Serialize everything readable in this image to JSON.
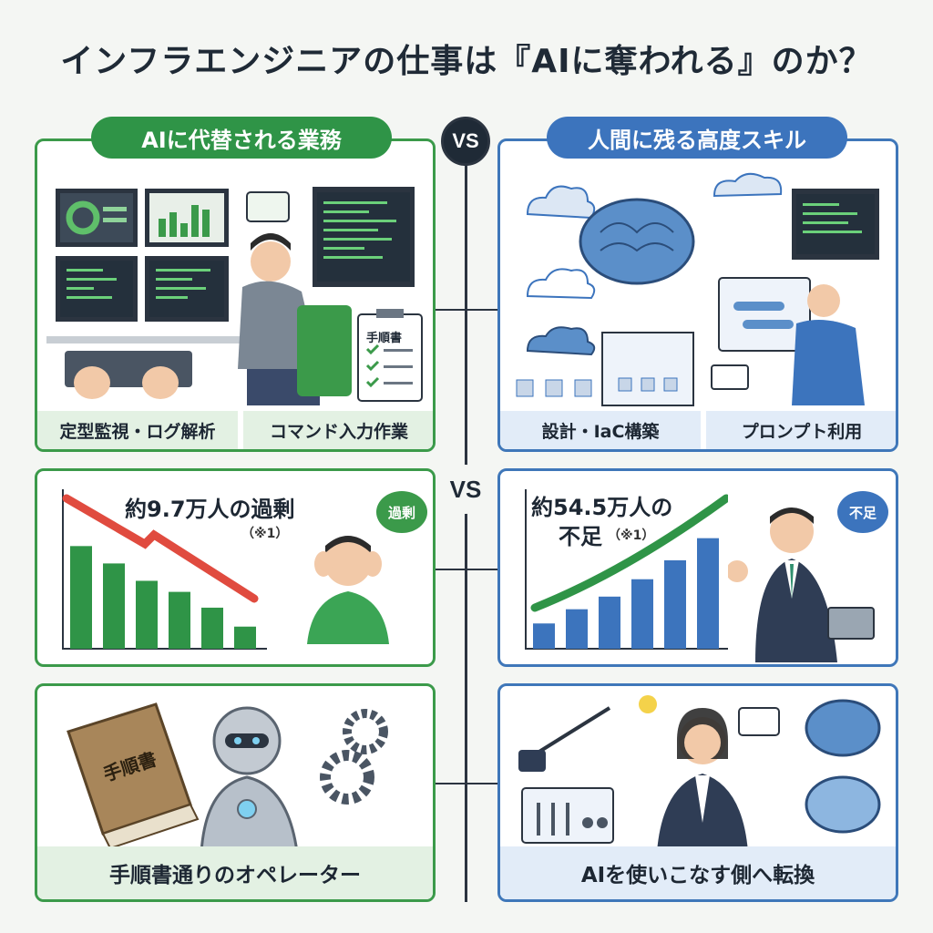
{
  "title": "インフラエンジニアの仕事は『AIに奪われる』のか？",
  "vs_label": "VS",
  "left": {
    "header": "AIに代替される業務",
    "tasks": [
      "定型監視・ログ解析",
      "コマンド入力作業"
    ],
    "manual_label": "手順書",
    "stat_text": "約9.7万人の過剰",
    "stat_note": "（※1）",
    "stat_badge": "過剰",
    "chart_data": {
      "type": "bar",
      "trend": "down",
      "values": [
        6.5,
        5.4,
        4.3,
        3.6,
        2.6,
        1.4
      ]
    },
    "book_label": "手順書",
    "bottom_label": "手順書通りのオペレーター",
    "color": "#2f9447"
  },
  "right": {
    "header": "人間に残る高度スキル",
    "tasks": [
      "設計・IaC構築",
      "プロンプト利用"
    ],
    "stat_text_1": "約54.5万人の",
    "stat_text_2": "不足",
    "stat_note": "（※1）",
    "stat_badge": "不足",
    "chart_data": {
      "type": "bar",
      "trend": "up",
      "values": [
        1.6,
        2.5,
        3.3,
        4.4,
        5.6,
        7.0
      ]
    },
    "bottom_label": "AIを使いこなす側へ転換",
    "color": "#3c74bd"
  }
}
